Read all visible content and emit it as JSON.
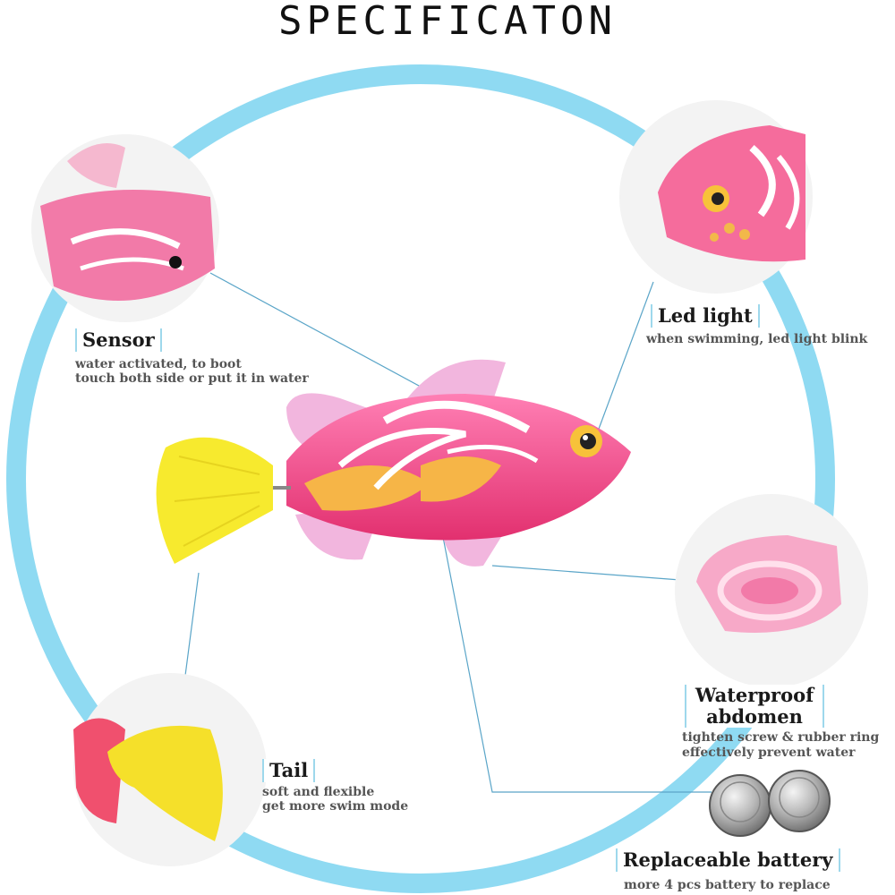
{
  "title": "SPECIFICATON",
  "colors": {
    "ring": "#8fdaf2",
    "leader": "#5aa5c8",
    "fish_body": "#f04e8c",
    "fin": "#f2b6de",
    "tail": "#f7ea2e"
  },
  "features": {
    "sensor": {
      "label": "Sensor",
      "desc1": "water activated, to boot",
      "desc2": "touch both side or put it in water"
    },
    "led": {
      "label": "Led light",
      "desc1": "when swimming, led light blink"
    },
    "waterproof": {
      "label1": "Waterproof",
      "label2": "abdomen",
      "desc1": "tighten screw & rubber ring",
      "desc2": "effectively prevent water"
    },
    "tail": {
      "label": "Tail",
      "desc1": "soft and flexible",
      "desc2": "get more swim mode"
    },
    "battery": {
      "label": "Replaceable battery",
      "desc1": "more 4 pcs battery to replace"
    }
  }
}
